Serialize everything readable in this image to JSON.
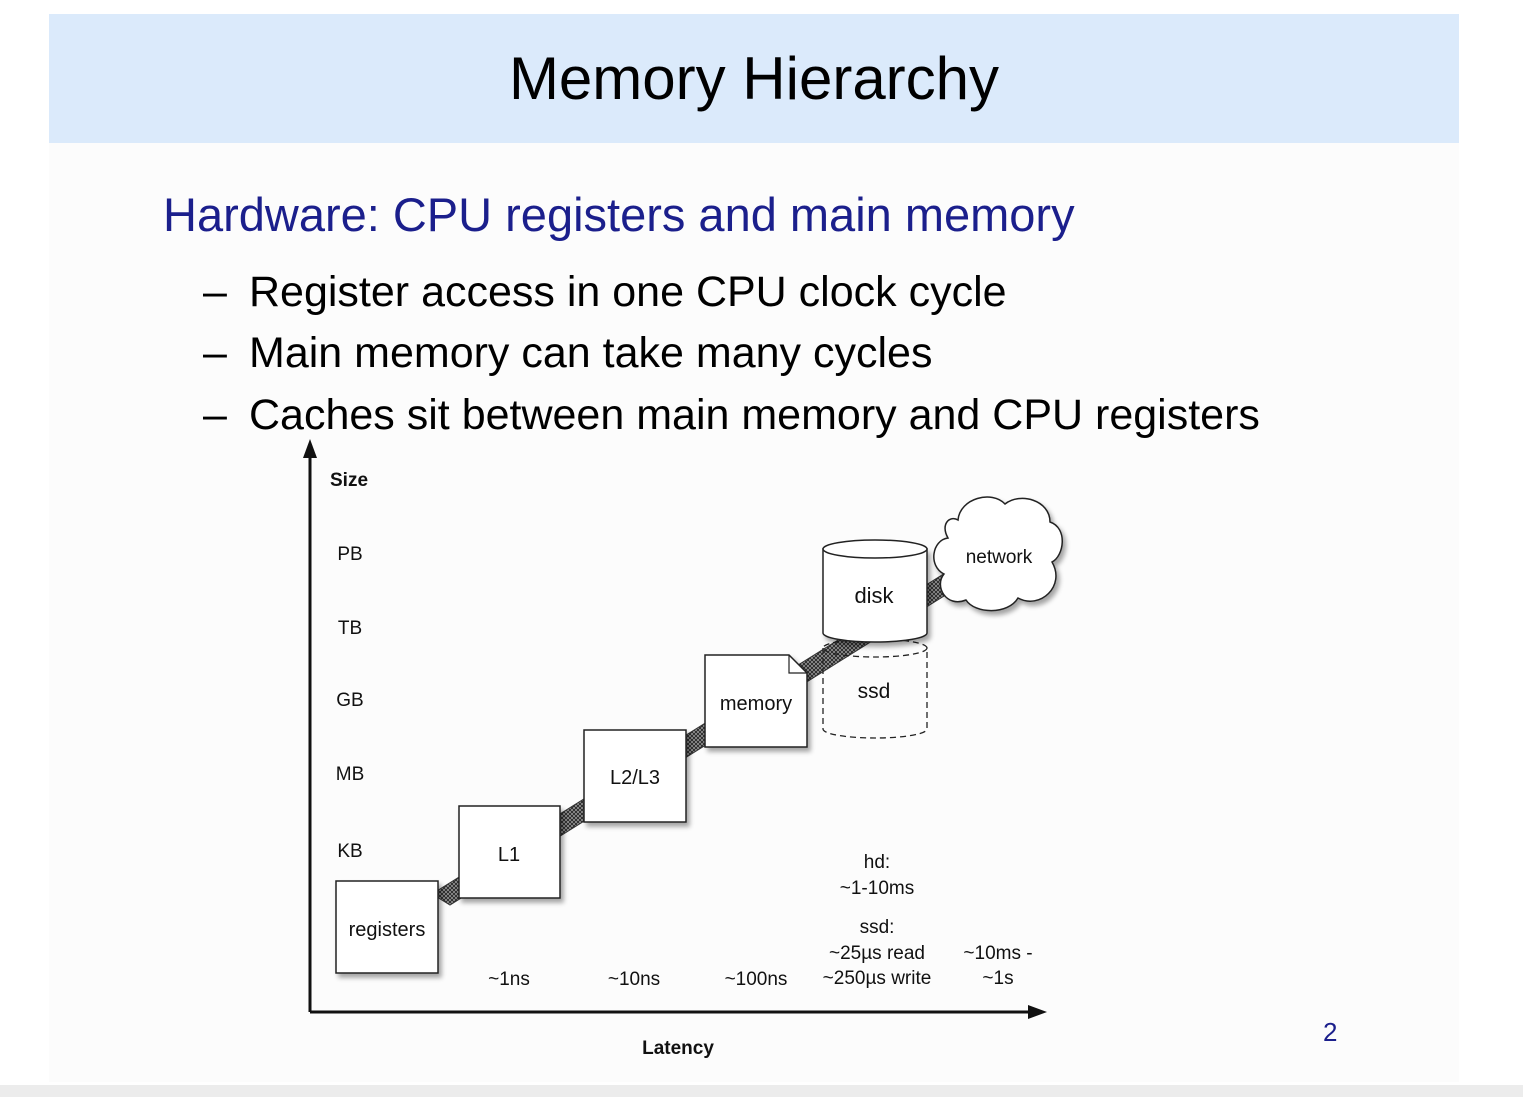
{
  "slide": {
    "title": "Memory Hierarchy",
    "heading": "Hardware: CPU registers and main memory",
    "bullets": [
      "Register access in one CPU clock cycle",
      "Main memory can take many cycles",
      "Caches sit between main memory and CPU registers"
    ],
    "bullet_marker": "–",
    "page_number": "2"
  },
  "diagram": {
    "y_axis_label": "Size",
    "x_axis_label": "Latency",
    "size_levels": [
      "PB",
      "TB",
      "GB",
      "MB",
      "KB"
    ],
    "nodes": {
      "registers": "registers",
      "l1": "L1",
      "l2l3": "L2/L3",
      "memory": "memory",
      "disk": "disk",
      "ssd": "ssd",
      "network": "network"
    },
    "latency_labels": {
      "l1": "~1ns",
      "l2l3": "~10ns",
      "memory": "~100ns",
      "hd_title": "hd:",
      "hd_value": "~1-10ms",
      "ssd_title": "ssd:",
      "ssd_read": "~25µs read",
      "ssd_write": "~250µs write",
      "network_line1": "~10ms -",
      "network_line2": "~1s"
    },
    "colors": {
      "title_band": "#dbeafb",
      "heading_text": "#1b1f8c",
      "connector": "#444444"
    }
  }
}
